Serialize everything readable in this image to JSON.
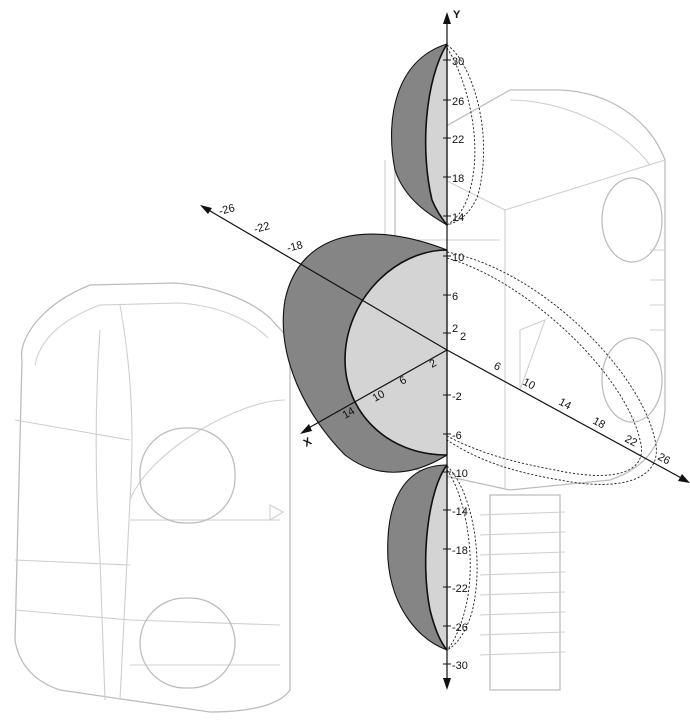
{
  "axes": {
    "y": {
      "name": "Y",
      "ticks_upper": [
        "30",
        "26",
        "22",
        "18",
        "14"
      ],
      "ticks_middle": [
        "10",
        "6",
        "2",
        "2",
        "-2",
        "-6"
      ],
      "ticks_lower": [
        "-10",
        "-14",
        "-18",
        "-22",
        "-26",
        "-30"
      ]
    },
    "x": {
      "name": "X",
      "ticks": [
        "-26",
        "-22",
        "-18",
        "2",
        "6",
        "10",
        "14"
      ]
    },
    "z": {
      "ticks": [
        "6",
        "10",
        "14",
        "18",
        "22",
        "26"
      ]
    }
  },
  "colors": {
    "lobe_dark": "#858585",
    "lobe_face": "#d4d4d4",
    "housing_line": "#cfcfcf",
    "axis": "#111111"
  }
}
